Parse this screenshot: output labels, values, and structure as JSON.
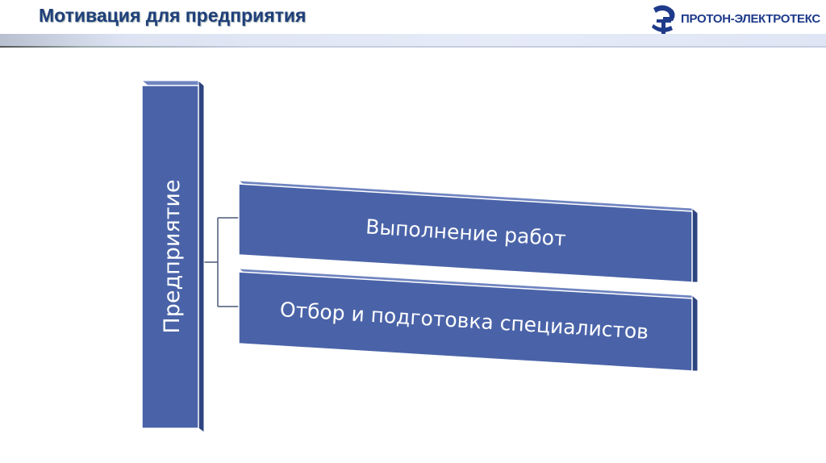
{
  "header": {
    "title": "Мотивация для предприятия",
    "logo_text": "ПРОТОН-ЭЛЕКТРОТЕКС"
  },
  "diagram": {
    "root": "Предприятие",
    "children": [
      "Выполнение работ",
      "Отбор и подготовка специалистов"
    ],
    "colors": {
      "fill": "#4a63a8",
      "side": "#2f4580",
      "connector": "#4a5878"
    }
  }
}
